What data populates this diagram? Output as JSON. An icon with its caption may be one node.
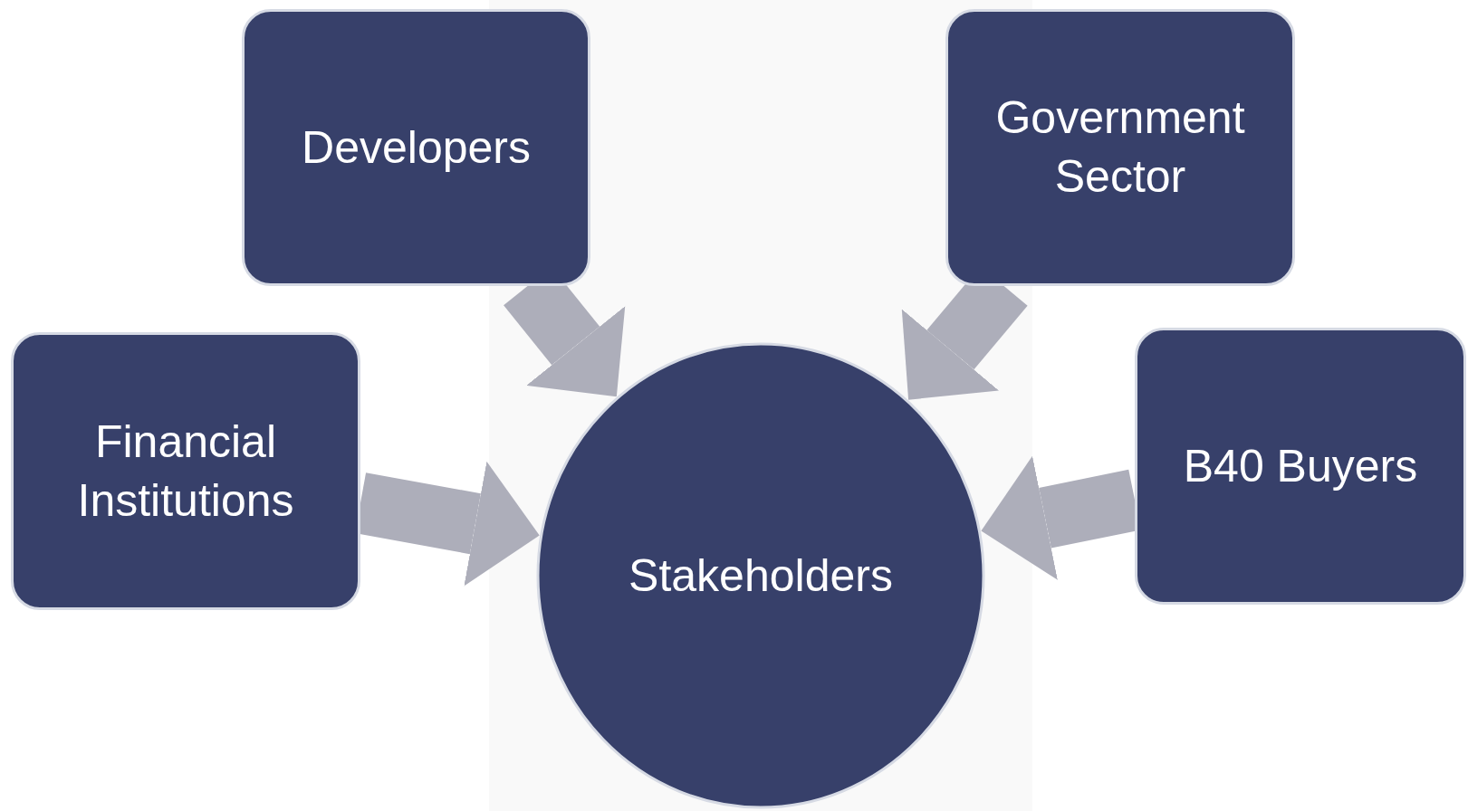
{
  "diagram": {
    "nodes": [
      {
        "text": [
          "Developers"
        ]
      },
      {
        "text": [
          "Government Sector"
        ]
      },
      {
        "text": [
          "Financial Institutions"
        ]
      },
      {
        "text": [
          "Stakeholders"
        ]
      },
      {
        "text": [
          "B40 Buyers"
        ]
      }
    ],
    "edges": [
      {
        "from": 0,
        "to": 3,
        "arrow": "to"
      },
      {
        "from": 1,
        "to": 3,
        "arrow": "to"
      },
      {
        "from": 2,
        "to": 3,
        "arrow": "to"
      },
      {
        "from": 4,
        "to": 3,
        "arrow": "to"
      }
    ]
  }
}
